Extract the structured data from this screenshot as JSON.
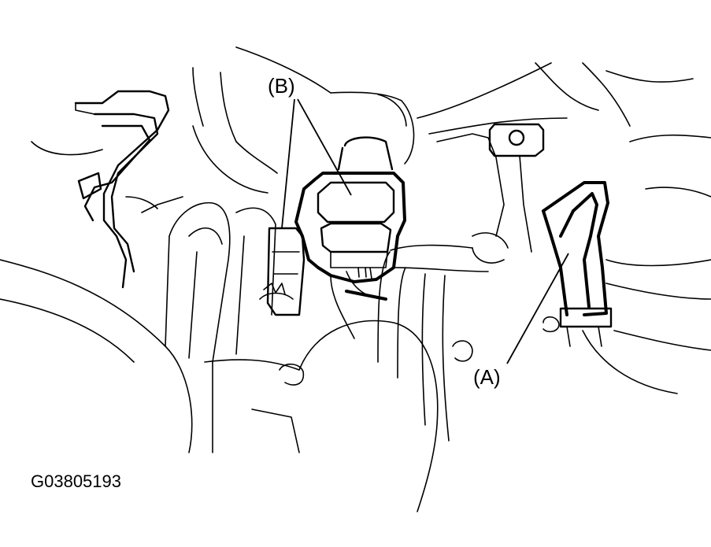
{
  "callouts": {
    "b": "(B)",
    "a": "(A)"
  },
  "figure_code": "G03805193",
  "colors": {
    "line": "#000000",
    "background": "#ffffff"
  }
}
